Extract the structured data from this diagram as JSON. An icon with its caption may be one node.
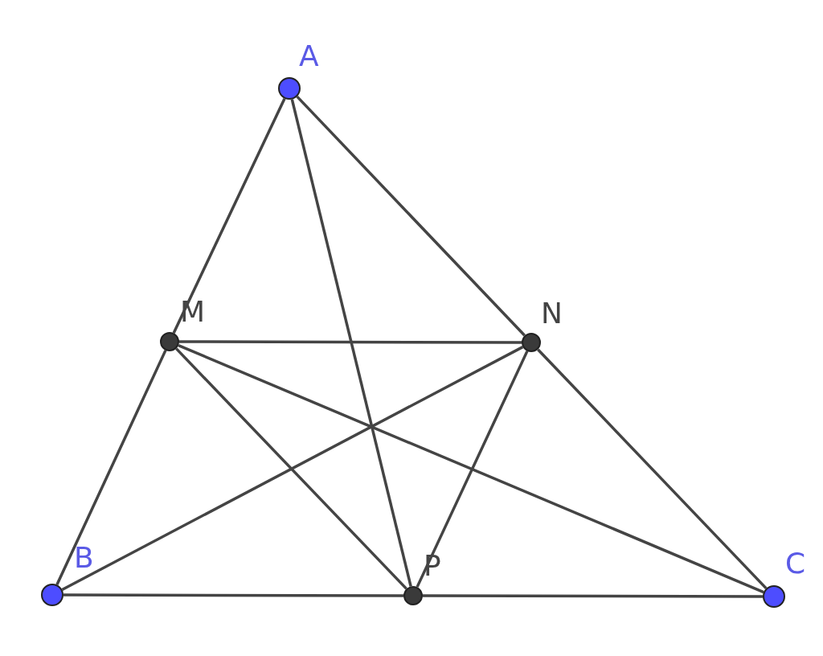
{
  "diagram": {
    "nodes": [
      {
        "text": [],
        "shape": "circle",
        "beside": [
          "A"
        ]
      },
      {
        "text": [],
        "shape": "circle",
        "beside": [
          "M"
        ]
      },
      {
        "text": [],
        "shape": "circle",
        "beside": [
          "N"
        ]
      },
      {
        "text": [],
        "shape": "circle",
        "beside": [
          "B"
        ]
      },
      {
        "text": [],
        "shape": "circle",
        "beside": [
          "P"
        ]
      },
      {
        "text": [],
        "shape": "circle",
        "beside": [
          "C"
        ]
      }
    ],
    "edges": [
      {
        "from": 0,
        "to": 1,
        "arrow": "none"
      },
      {
        "from": 1,
        "to": 3,
        "arrow": "none"
      },
      {
        "from": 0,
        "to": 2,
        "arrow": "none"
      },
      {
        "from": 2,
        "to": 5,
        "arrow": "none"
      },
      {
        "from": 3,
        "to": 4,
        "arrow": "none"
      },
      {
        "from": 4,
        "to": 5,
        "arrow": "none"
      },
      {
        "from": 1,
        "to": 2,
        "arrow": "none"
      },
      {
        "from": 1,
        "to": 4,
        "arrow": "none"
      },
      {
        "from": 2,
        "to": 4,
        "arrow": "none"
      },
      {
        "from": 0,
        "to": 4,
        "arrow": "none"
      },
      {
        "from": 3,
        "to": 2,
        "arrow": "none"
      },
      {
        "from": 5,
        "to": 1,
        "arrow": "none"
      }
    ]
  }
}
